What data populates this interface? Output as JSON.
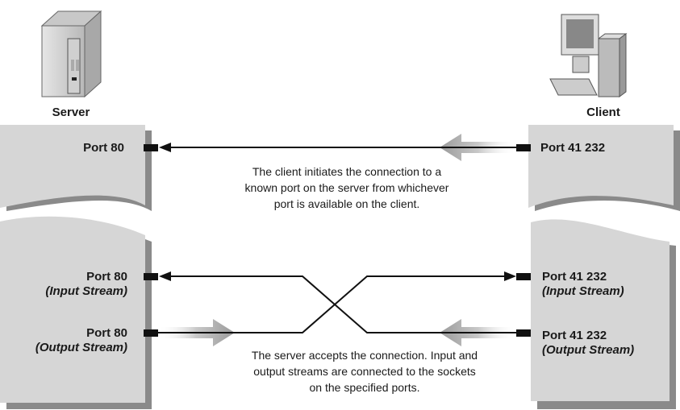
{
  "server": {
    "label": "Server",
    "icon": "server-tower-icon"
  },
  "client": {
    "label": "Client",
    "icon": "desktop-computer-icon"
  },
  "step1": {
    "server_port": "Port 80",
    "client_port": "Port 41 232",
    "caption": [
      "The client initiates the connection to a",
      "known port on the server from whichever",
      "port is available on the client."
    ]
  },
  "step2": {
    "server_input_port": "Port 80",
    "server_input_label": "(Input Stream)",
    "server_output_port": "Port 80",
    "server_output_label": "(Output Stream)",
    "client_input_port": "Port 41 232",
    "client_input_label": "(Input Stream)",
    "client_output_port": "Port 41 232",
    "client_output_label": "(Output Stream)",
    "caption": [
      "The server accepts the connection. Input and",
      "output streams are connected to the sockets",
      "on the specified ports."
    ]
  },
  "colors": {
    "panel": "#d6d6d6",
    "shadow": "#8a8a8a",
    "line": "#111111"
  }
}
